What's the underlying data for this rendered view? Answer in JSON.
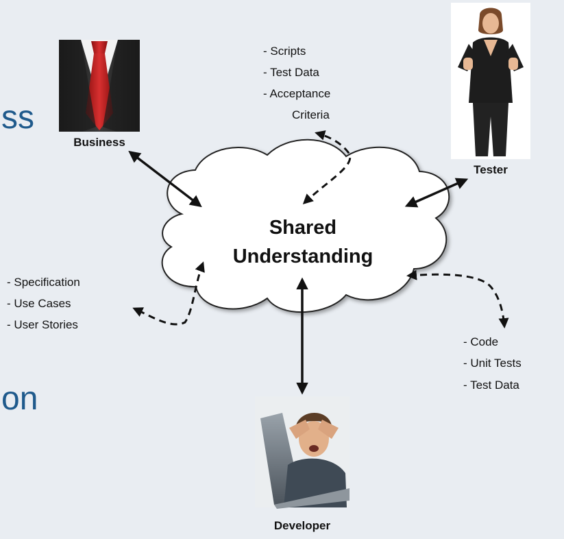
{
  "slide": {
    "partial_text_top": "ss",
    "partial_text_bottom": "on"
  },
  "diagram": {
    "center": [
      "Shared",
      "Understanding"
    ],
    "roles": {
      "business": "Business",
      "tester": "Tester",
      "developer": "Developer"
    },
    "artifacts": {
      "tester": [
        "- Scripts",
        "- Test Data",
        "- Acceptance",
        "Criteria"
      ],
      "business": [
        "- Specification",
        "- Use Cases",
        "- User Stories"
      ],
      "developer": [
        "- Code",
        "- Unit Tests",
        "- Test Data"
      ]
    }
  },
  "colors": {
    "background": "#e9edf2",
    "slide_text": "#1f5a8c",
    "cloud_fill": "#ffffff",
    "arrow": "#111111"
  },
  "icons": {
    "business": "business-suit-photo-icon",
    "tester": "tester-person-photo-icon",
    "developer": "developer-laptop-photo-icon"
  }
}
